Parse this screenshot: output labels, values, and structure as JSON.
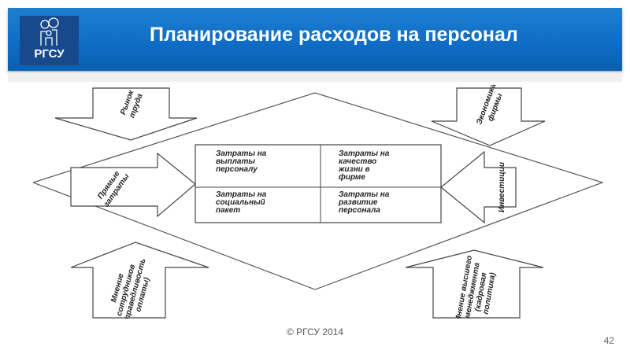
{
  "header": {
    "title": "Планирование расходов на персонал",
    "logo_text": "РГСУ"
  },
  "diagram": {
    "cells": [
      {
        "lines": [
          "Затраты на",
          "выплаты",
          "персоналу"
        ]
      },
      {
        "lines": [
          "Затраты на",
          "качество",
          "жизни в",
          "фирме"
        ]
      },
      {
        "lines": [
          "Затраты на",
          "социальный",
          "пакет"
        ]
      },
      {
        "lines": [
          "Затраты на",
          "развитие",
          "персонала"
        ]
      }
    ],
    "arrows": {
      "labor_market": [
        "Рынок",
        "труда"
      ],
      "firm_economy": [
        "Экономика",
        "фирмы"
      ],
      "direct_costs": [
        "Прямые",
        "затраты"
      ],
      "investments": [
        "Инвестиции"
      ],
      "employee_opinion": [
        "Мнение",
        "сотрудников",
        "(справедливость",
        "оплаты)"
      ],
      "management_opinion": [
        "Мнение высшего",
        "менеджмента",
        "(кадровая",
        "политика)"
      ]
    }
  },
  "footer": {
    "copyright": "© РГСУ 2014",
    "page_number": "42"
  }
}
